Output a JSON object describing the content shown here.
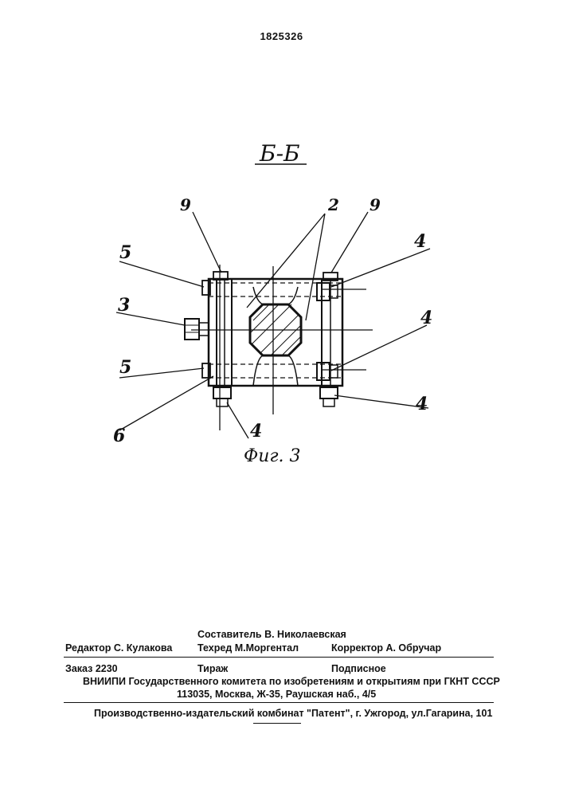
{
  "page": {
    "patent_number": "1825326"
  },
  "figure": {
    "section_label": "Б-Б",
    "caption": "Фиг. 3",
    "callouts": {
      "label_9_left": "9",
      "label_9_right": "9",
      "label_2": "2",
      "label_5_top": "5",
      "label_5_bottom": "5",
      "label_3": "3",
      "label_4_right_top": "4",
      "label_4_right_mid": "4",
      "label_4_right_bottom": "4",
      "label_4_bottom": "4",
      "label_6": "6"
    }
  },
  "imprint": {
    "compiler": "Составитель  В. Николаевская",
    "editor": "Редактор  С. Кулакова",
    "techeditor": "Техред М.Моргентал",
    "corrector": "Корректор  А. Обручар",
    "order": "Заказ  2230",
    "circulation": "Тираж",
    "subscription": "Подписное",
    "institution": "ВНИИПИ Государственного комитета по изобретениям и открытиям при ГКНТ СССР",
    "address": "113035, Москва, Ж-35, Раушская наб., 4/5",
    "publisher": "Производственно-издательский комбинат \"Патент\", г. Ужгород, ул.Гагарина, 101"
  }
}
